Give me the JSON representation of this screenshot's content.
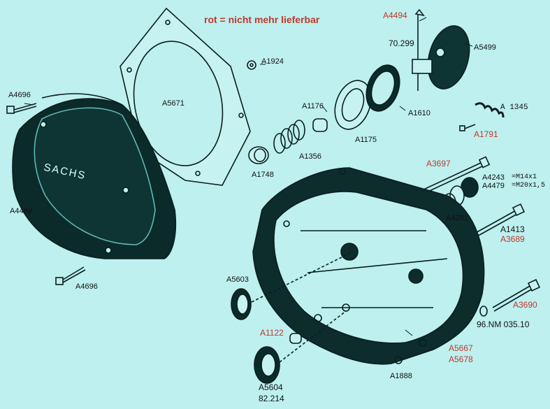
{
  "legend": "rot = nicht mehr lieferbar",
  "logo_text": "SACHS",
  "colors": {
    "background": "#bdf0ef",
    "outline": "#0a1e1e",
    "unavailable": "#c0392b"
  },
  "labels": {
    "A4494": "A4494",
    "p70299": "70.299",
    "A5499": "A5499",
    "A1924": "A1924",
    "A5671": "A5671",
    "A4696_top": "A4696",
    "A1176": "A1176",
    "A1610": "A1610",
    "A1345": "A 1345",
    "A1791": "A1791",
    "A1175": "A1175",
    "A1356": "A1356",
    "A1748": "A1748",
    "A3697": "A3697",
    "A4243": "A4243",
    "A4243_spec": "=M14x1",
    "A4479": "A4479",
    "A4479_spec": "=M20x1,5",
    "A4281": "A4281",
    "A4489": "A4489",
    "A1413": "A1413",
    "A3689": "A3689",
    "A4696_bottom": "A4696",
    "A5603": "A5603",
    "A3690": "A3690",
    "p96NM": "96.NM 035.10",
    "A1122": "A1122",
    "A5667": "A5667",
    "A5678": "A5678",
    "A1888": "A1888",
    "A5604": "A5604",
    "p82214": "82.214"
  }
}
